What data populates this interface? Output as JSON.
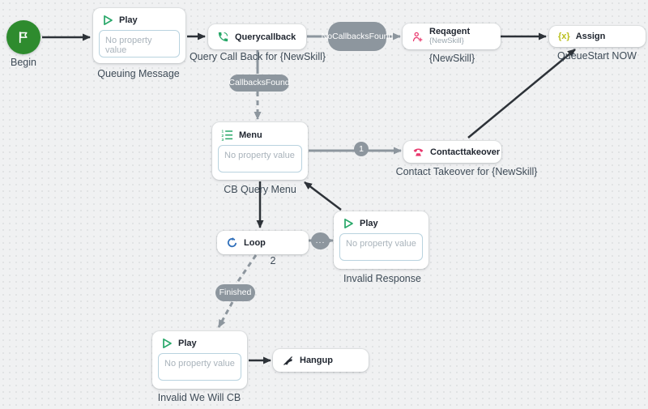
{
  "colors": {
    "canvas_bg": "#f0f1f2",
    "node_bg": "#ffffff",
    "connector_gray": "#8d969e",
    "connector_black": "#2d3238",
    "begin_green": "#2e8b2e",
    "icon_green": "#27a768",
    "icon_pink": "#e8386d",
    "icon_yellow": "#b9bf1a",
    "icon_blue": "#2f6fba",
    "property_border": "#b9d3df",
    "placeholder_text": "#a9b3bb"
  },
  "badges": {
    "no_callbacks_found": "NoCallbacksFound",
    "callbacks_found": "CallbacksFound",
    "branch_1": "1",
    "more": "...",
    "finished": "Finished"
  },
  "nodes": {
    "begin": {
      "label": "Begin"
    },
    "play_queuing": {
      "title": "Play",
      "placeholder": "No property value",
      "label": "Queuing Message"
    },
    "querycallback": {
      "title": "Querycallback",
      "label": "Query Call Back for {NewSkill}"
    },
    "reqagent": {
      "title": "Reqagent",
      "subtitle": "{NewSkill}",
      "label": "{NewSkill}"
    },
    "assign": {
      "icon_text": "{x}",
      "title": "Assign",
      "label": "QueueStart NOW"
    },
    "menu": {
      "title": "Menu",
      "placeholder": "No property value",
      "label": "CB Query Menu"
    },
    "contacttakeover": {
      "title": "Contacttakeover",
      "label": "Contact Takeover for {NewSkill}"
    },
    "loop": {
      "title": "Loop",
      "label": "2"
    },
    "play_invalid": {
      "title": "Play",
      "placeholder": "No property value",
      "label": "Invalid Response"
    },
    "play_cb": {
      "title": "Play",
      "placeholder": "No property value",
      "label": "Invalid We Will CB"
    },
    "hangup": {
      "title": "Hangup"
    }
  }
}
